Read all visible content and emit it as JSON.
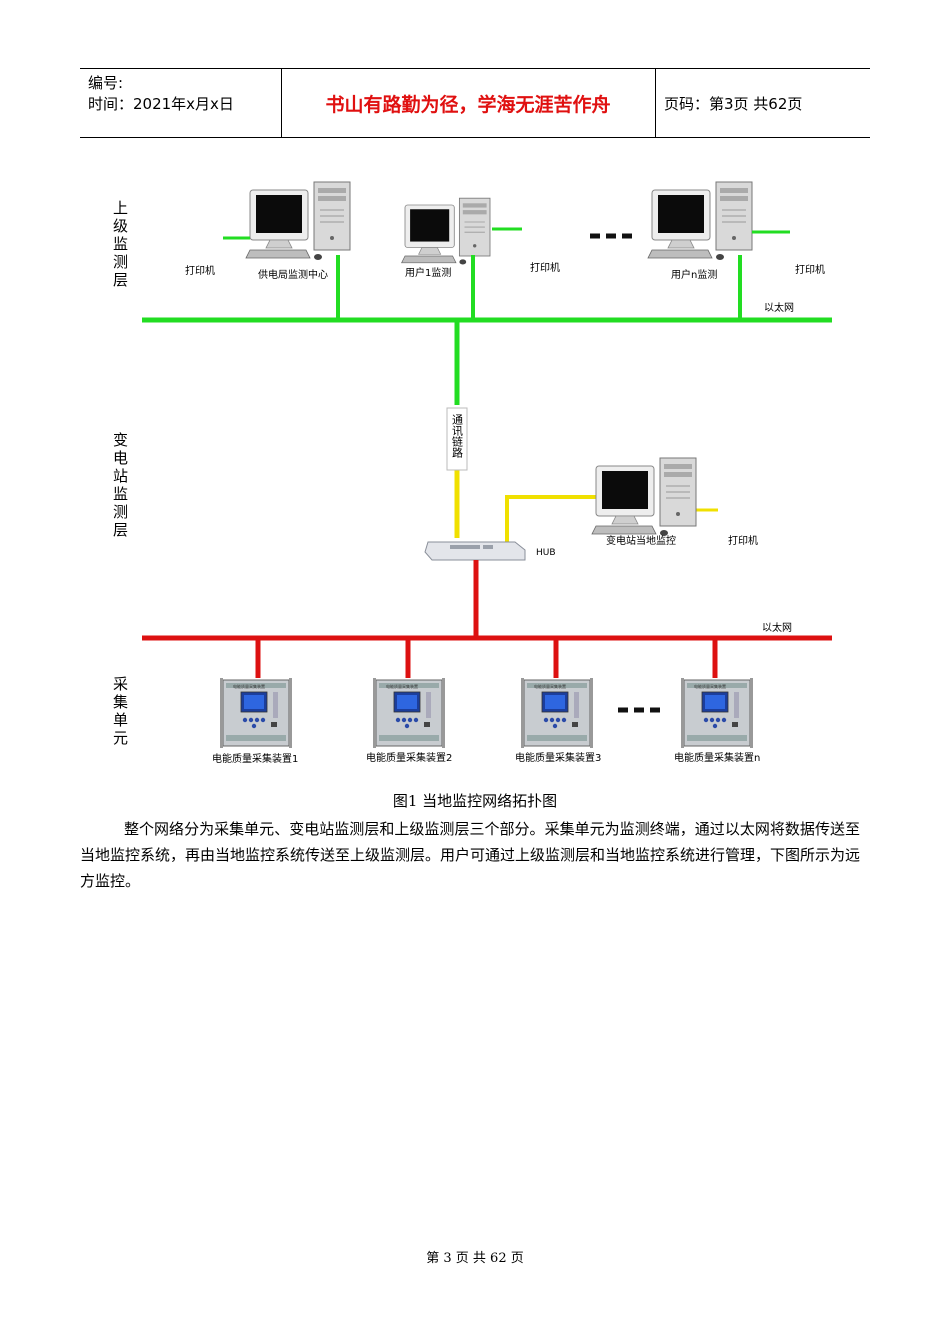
{
  "header": {
    "number_label": "编号:",
    "time_label": "时间：2021年x月x日",
    "motto": "书山有路勤为径，学海无涯苦作舟",
    "page_info": "页码：第3页  共62页"
  },
  "diagram": {
    "layers": {
      "upper": "上级监测层",
      "substation": "变电站监测层",
      "collection": "采集单元"
    },
    "labels": {
      "printer_1": "打印机",
      "printer_2": "打印机",
      "printer_3": "打印机",
      "printer_4": "打印机",
      "supply_center": "供电局监测中心",
      "user_1": "用户1监测",
      "user_n": "用户n监测",
      "ethernet_top": "以太网",
      "ethernet_bottom": "以太网",
      "comm_link": "通讯链路",
      "hub": "HUB",
      "local_monitor": "变电站当地监控",
      "device_1": "电能质量采集装置1",
      "device_2": "电能质量采集装置2",
      "device_3": "电能质量采集装置3",
      "device_n": "电能质量采集装置n"
    },
    "colors": {
      "upper_network": "#22dd22",
      "comm_link": "#f0e000",
      "lower_network": "#dd1111"
    }
  },
  "caption": "图1  当地监控网络拓扑图",
  "paragraph": "整个网络分为采集单元、变电站监测层和上级监测层三个部分。采集单元为监测终端，通过以太网将数据传送至当地监控系统，再由当地监控系统传送至上级监测层。用户可通过上级监测层和当地监控系统进行管理，下图所示为远方监控。",
  "footer": "第 3 页 共 62 页"
}
